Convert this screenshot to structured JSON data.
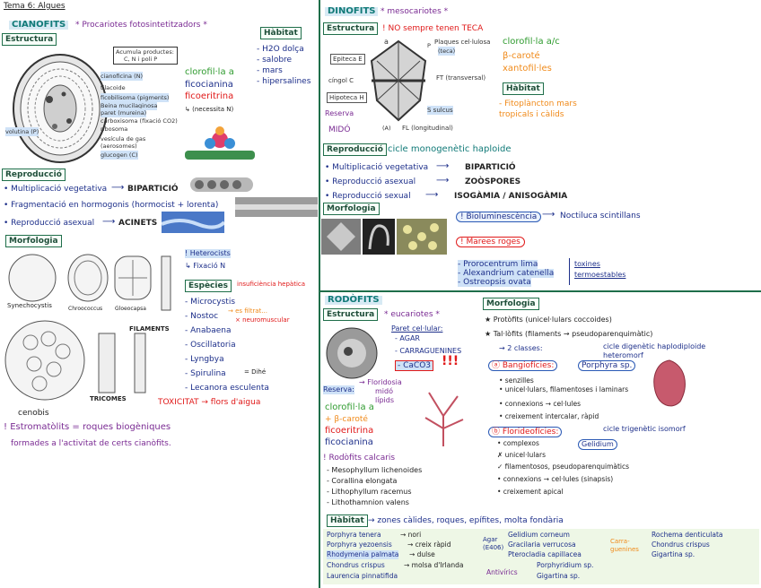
{
  "page": {
    "title": "Tema 6: Algues"
  },
  "cianofits": {
    "name": "CIANOFITS",
    "subtitle": "* Procariotes fotosintetitzadors *",
    "estructura": "Estructura",
    "cell_labels": {
      "acumula": "Acumula productes:",
      "acumula2": "C, N i poli P",
      "cianofiscina": "cianoficina (N)",
      "tilacoide": "tilacoide",
      "ficobilisoma": "ficobilisoma (pigments)",
      "beina": "Beina mucilaginosa",
      "paret": "paret (mureina)",
      "carboxisoma": "carboxisoma (fixació CO2)",
      "ribosoma": "ribosoma",
      "vesicula": "vesícula de gas",
      "aerosomes": "(aerosomes)",
      "glucogen": "glucogen (C)",
      "volutina": "volutina (P)"
    },
    "pigments": {
      "clorofila": "clorofil·la a",
      "ficocianina": "ficocianina",
      "ficoeritrina": "ficoeritrina",
      "carotenoides": "↳ (necessita N)"
    },
    "habitat_title": "Hàbitat",
    "habitat": [
      "- H2O dolça",
      "- salobre",
      "- mars",
      "- hipersalines"
    ],
    "reproduccio_title": "Reproducció",
    "reproduccio": [
      {
        "label": "• Multiplicació vegetativa",
        "result": "BIPARTICIÓ"
      },
      {
        "label": "• Fragmentació en hormogonis (hormocist + lorenta)",
        "result": ""
      },
      {
        "label": "• Reproducció asexual",
        "result": "ACINETS"
      }
    ],
    "morfologia_title": "Morfologia",
    "morf_labels": {
      "synechocystis": "Synechocystis",
      "chroococcus": "Chroococcus",
      "gloeocapsa": "Gloeocapsa",
      "filaments": "FILAMENTS",
      "tricomes": "TRICOMES",
      "cenobis": "cenobis"
    },
    "heterocists": "! Heterocists",
    "fixacio": "↳ Fixació N",
    "especies_title": "Espècies",
    "especies": [
      "- Microcystis",
      "- Nostoc",
      "- Anabaena",
      "- Oscillatoria",
      "- Lyngbya",
      "- Spirulina",
      "- Lecanora esculenta"
    ],
    "especies_notes": {
      "insuf": "insuficiència hepàtica",
      "ruta": "→ es filtrat...",
      "neuro": "× neuromuscular",
      "dihe": "= Dihé"
    },
    "toxicitat": "TOXICITAT → flors d'aigua",
    "estromatolits": "! Estromatòlits = roques biogèniques",
    "estromatolits2": "formades a l'activitat de certs cianòfits."
  },
  "dinofits": {
    "name": "DINOFITS",
    "subtitle": "* mesocariotes *",
    "estructura": "Estructura",
    "teca": "! NO sempre tenen TECA",
    "labels": {
      "plaques": "Plaques cel·lulosa",
      "teca": "(teca)",
      "epiteca": "Epiteca E",
      "cingol": "cíngol C",
      "hipoteca": "Hipoteca H",
      "ft": "FT (transversal)",
      "sulcus": "S sulcus",
      "fl": "FL (longitudinal)",
      "reserva": "Reserva",
      "midó": "MIDÓ",
      "a": "a",
      "p": "P",
      "a2": "(A)"
    },
    "pigments": {
      "clorofila": "clorofil·la a/c",
      "carote": "β-caroté",
      "xantofiles": "xantofil·les"
    },
    "habitat_title": "Hàbitat",
    "habitat": "- Fitoplàncton mars tropicals i càlids",
    "reproduccio_title": "Reproducció",
    "cicle": "cicle monogenètic haploide",
    "reproduccio": [
      {
        "label": "• Multiplicació vegetativa",
        "result": "BIPARTICIÓ"
      },
      {
        "label": "• Reproducció asexual",
        "result": "ZOÒSPORES"
      },
      {
        "label": "• Reproducció sexual",
        "result": "ISOGÀMIA / ANISOGÀMIA"
      }
    ],
    "morfologia_title": "Morfologia",
    "bioluminescencia": "! Bioluminescència",
    "noctiluca": "Noctiluca scintillans",
    "marees": "! Marees roges",
    "especies": [
      "- Prorocentrum lima",
      "- Alexandrium catenella",
      "- Ostreopsis ovata"
    ],
    "toxines": "toxines",
    "termoestables": "termoestables"
  },
  "rodofits": {
    "name": "RODÒFITS",
    "subtitle": "* eucariotes *",
    "estructura": "Estructura",
    "paret": "Paret cel·lular:",
    "agar": "- AGAR",
    "carragenines": "- CARRAGUENINES",
    "caco3": "- CaCO3",
    "excl": "!!!",
    "reserva": "Reserva:",
    "midó": "→ Floridosia",
    "midó2": "midó",
    "lipids": "lípids",
    "clorofila": "clorofil·la a",
    "carote": "+ β-caroté",
    "ficoeritrina": "ficoeritrina",
    "ficocianina": "ficocianina",
    "calcaris_title": "! Rodòfits calcaris",
    "calcaris": [
      "- Mesophyllum lichenoides",
      "- Corallina elongata",
      "- Lithophyllum racemus",
      "- Lithothamnion valens"
    ],
    "morfologia_title": "Morfologia",
    "protofits": "★ Protòfits (unicel·lulars coccoides)",
    "talofits": "★ Tal·lòfits (filaments → pseudoparenquimàtic)",
    "classes": "→ 2 classes:",
    "bangio": "ⓐ Bangiofícies:",
    "porphyra": "Porphyra sp.",
    "cicle_dig": "cicle digenètic haplodiploide heteromorf",
    "bangio_list": [
      "• senzilles",
      "• unicel·lulars, filamentoses i laminars",
      "• connexions → cel·lules",
      "• creixement intercalar, ràpid"
    ],
    "florideo": "ⓑ Florideofícies:",
    "gelidium": "Gelidium",
    "cicle_tri": "cicle trigenètic isomorf",
    "florideo_list": [
      "• complexos",
      "✗ unicel·lulars",
      "✓ filamentosos, pseudoparenquimàtics",
      "• connexions → cel·lules (sinapsis)",
      "• creixement apical"
    ],
    "habitat_title": "Hàbitat",
    "habitat": "→ zones càlides, roques, epífites, molta fondària",
    "habitat_rows": [
      {
        "a": "Porphyra tenera",
        "b": "→ nori"
      },
      {
        "a": "Porphyra yezoensis",
        "b": "→ creix ràpid"
      },
      {
        "a": "Rhodymenia palmata",
        "b": "→ dulse"
      },
      {
        "a": "Chondrus crispus",
        "b": "→ molsa d'Irlanda"
      },
      {
        "a": "Laurencia pinnatifida",
        "b": ""
      }
    ],
    "agar_label": "Agar (E406)",
    "agar_list": [
      "Gelidium corneum",
      "Gracilaria verrucosa",
      "Pterocladia capillacea"
    ],
    "antivirics": "Antivírics",
    "antiv_list": [
      "Porphyridium sp.",
      "Gigartina sp."
    ],
    "carrag_label": "Carra-guenines",
    "carrag_list": [
      "Rochema denticulata",
      "Chondrus crispus",
      "Gigartina sp."
    ]
  }
}
